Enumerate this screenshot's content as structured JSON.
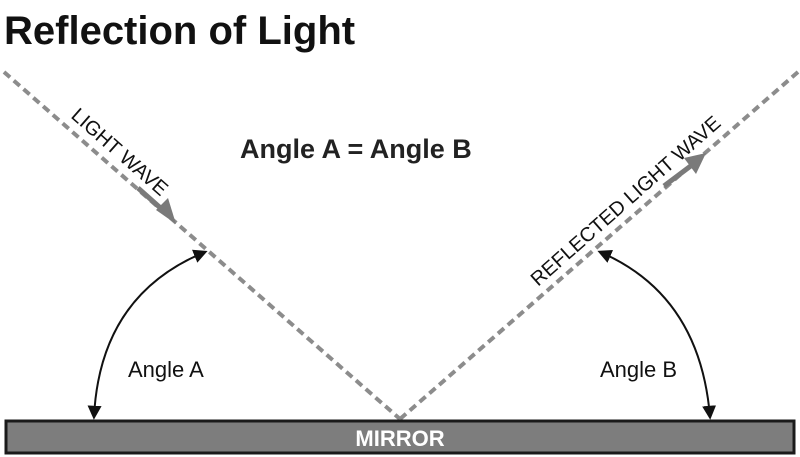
{
  "title": "Reflection of Light",
  "equation": "Angle A = Angle B",
  "incident_label": "LIGHT WAVE",
  "reflected_label": "REFLECTED LIGHT WAVE",
  "angle_a_label": "Angle A",
  "angle_b_label": "Angle B",
  "mirror_label": "MIRROR",
  "colors": {
    "ray": "#8c8c8c",
    "ray_arrow": "#7a7a7a",
    "angle_arc": "#111111",
    "mirror_fill": "#7d7d7d",
    "mirror_border": "#1a1a1a",
    "text": "#111111"
  }
}
